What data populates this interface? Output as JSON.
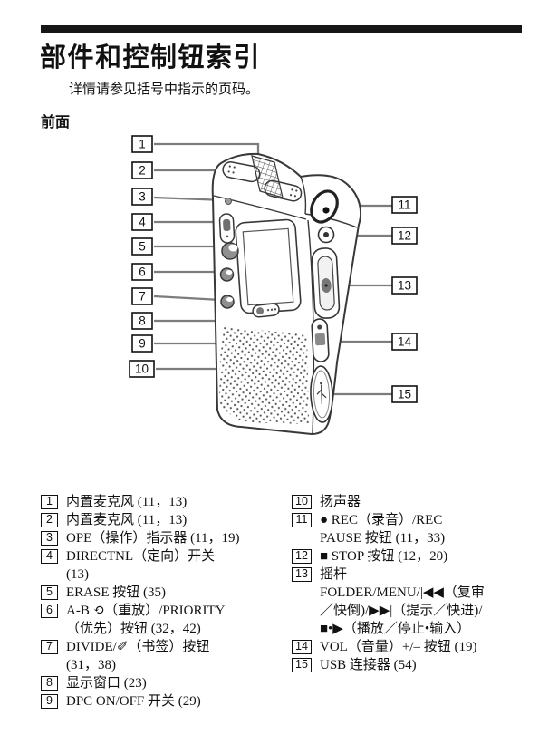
{
  "page": {
    "title": "部件和控制钮索引",
    "subtitle": "详情请参见括号中指示的页码。",
    "section_label": "前面"
  },
  "diagram": {
    "device": "voice-recorder-front-view",
    "callouts": [
      "1",
      "2",
      "3",
      "4",
      "5",
      "6",
      "7",
      "8",
      "9",
      "10",
      "11",
      "12",
      "13",
      "14",
      "15"
    ],
    "line_color": "#7d7d7d",
    "outline_color": "#383838"
  },
  "icons": {
    "record-icon": "●",
    "stop-icon": "■",
    "repeat-icon": "⟲",
    "bookmark-pen-icon": "✐",
    "rewind-icon": "|◀◀",
    "fast-forward-icon": "▶▶|",
    "play-stop-enter-icon": "■•▶"
  },
  "legend": {
    "left": [
      {
        "num": "1",
        "lines": [
          "内置麦克风 (11，13)"
        ]
      },
      {
        "num": "2",
        "lines": [
          "内置麦克风 (11，13)"
        ]
      },
      {
        "num": "3",
        "lines": [
          "OPE（操作）指示器 (11，19)"
        ]
      },
      {
        "num": "4",
        "lines": [
          "DIRECTNL（定向）开关",
          "(13)"
        ]
      },
      {
        "num": "5",
        "lines": [
          "ERASE 按钮 (35)"
        ]
      },
      {
        "num": "6",
        "lines": [
          "A-B ⟲（重放）/PRIORITY",
          "（优先）按钮 (32，42)"
        ]
      },
      {
        "num": "7",
        "lines": [
          "DIVIDE/✐（书签）按钮",
          "(31，38)"
        ]
      },
      {
        "num": "8",
        "lines": [
          "显示窗口 (23)"
        ]
      },
      {
        "num": "9",
        "lines": [
          "DPC ON/OFF 开关 (29)"
        ]
      }
    ],
    "right": [
      {
        "num": "10",
        "lines": [
          "扬声器"
        ]
      },
      {
        "num": "11",
        "lines": [
          "● REC（录音）/REC",
          "PAUSE 按钮 (11，33)"
        ]
      },
      {
        "num": "12",
        "lines": [
          "■ STOP 按钮 (12，20)"
        ]
      },
      {
        "num": "13",
        "lines": [
          "摇杆",
          "FOLDER/MENU/|◀◀（复审",
          "／快倒)/▶▶|（提示／快进)/",
          "■•▶（播放／停止•输入）"
        ]
      },
      {
        "num": "14",
        "lines": [
          "VOL（音量）+/– 按钮 (19)"
        ]
      },
      {
        "num": "15",
        "lines": [
          "USB 连接器 (54)"
        ]
      }
    ]
  }
}
